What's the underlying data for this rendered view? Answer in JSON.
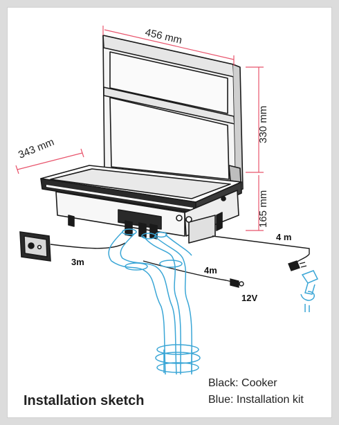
{
  "dimensions": {
    "width": "456 mm",
    "height": "330 mm",
    "depth": "343 mm",
    "base_height": "165 mm"
  },
  "cables": {
    "power_cable": "4 m",
    "control_cable": "3m",
    "supply_cable": "4m",
    "voltage": "12V"
  },
  "caption": "Installation sketch",
  "legend": {
    "black": "Black: Cooker",
    "blue": "Blue: Installation kit"
  },
  "colors": {
    "dimension_line": "#e8546c",
    "cooker": "#1a1a1a",
    "installation_kit": "#3aa6d6"
  }
}
